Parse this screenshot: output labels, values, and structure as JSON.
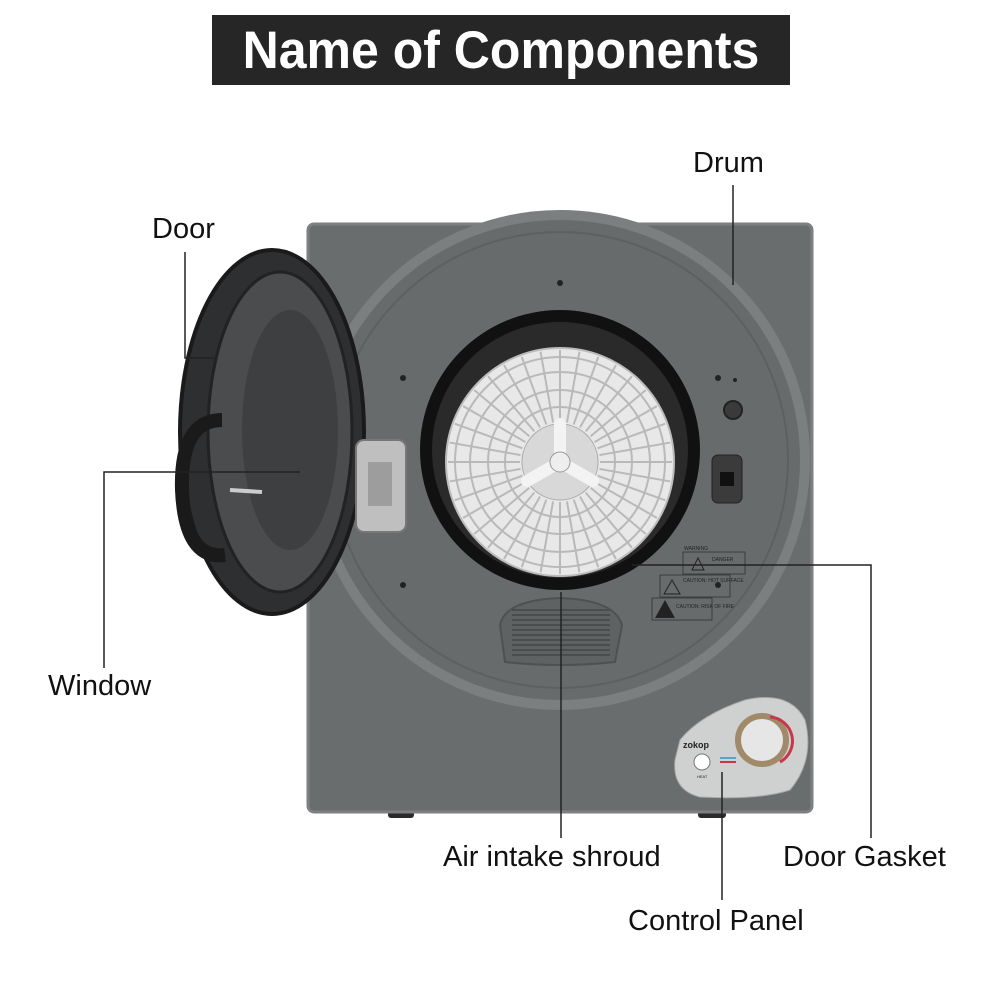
{
  "title": "Name of Components",
  "labels": {
    "drum": "Drum",
    "door": "Door",
    "window": "Window",
    "air_intake": "Air intake shroud",
    "door_gasket": "Door Gasket",
    "control_panel": "Control Panel"
  },
  "warnings": {
    "warning": "WARNING",
    "danger": "DANGER",
    "hot_surface": "CAUTION: HOT SURFACE",
    "fire": "CAUTION: RISK OF FIRE"
  },
  "panel": {
    "brand": "zokop",
    "heat_label": "HEAT"
  },
  "colors": {
    "body": "#6a6d6e",
    "title_bg": "#262626",
    "panel": "#cfd0d0",
    "dial_red": "#c8384a",
    "dial_blue": "#5aa4c8"
  }
}
